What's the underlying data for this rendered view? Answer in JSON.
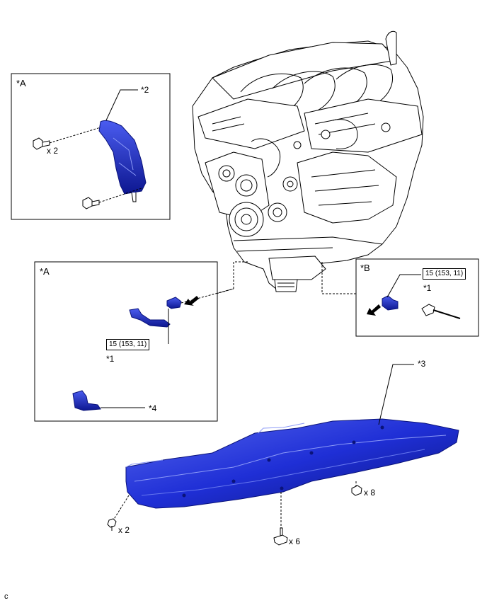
{
  "diagram": {
    "callouts": {
      "a_top": "*A",
      "two": "*2",
      "x2_top": "x 2",
      "a_mid": "*A",
      "torque_a": "15 (153, 11)",
      "one_a": "*1",
      "four": "*4",
      "b": "*B",
      "torque_b": "15 (153, 11)",
      "one_b": "*1",
      "three": "*3",
      "x8": "x 8",
      "x2_bottom": "x 2",
      "x6": "x 6",
      "corner": "c"
    },
    "colors": {
      "part_blue": "#1f2fd6",
      "part_dark": "#0a137a",
      "part_light": "#5a6cf0",
      "line": "#000000"
    }
  }
}
